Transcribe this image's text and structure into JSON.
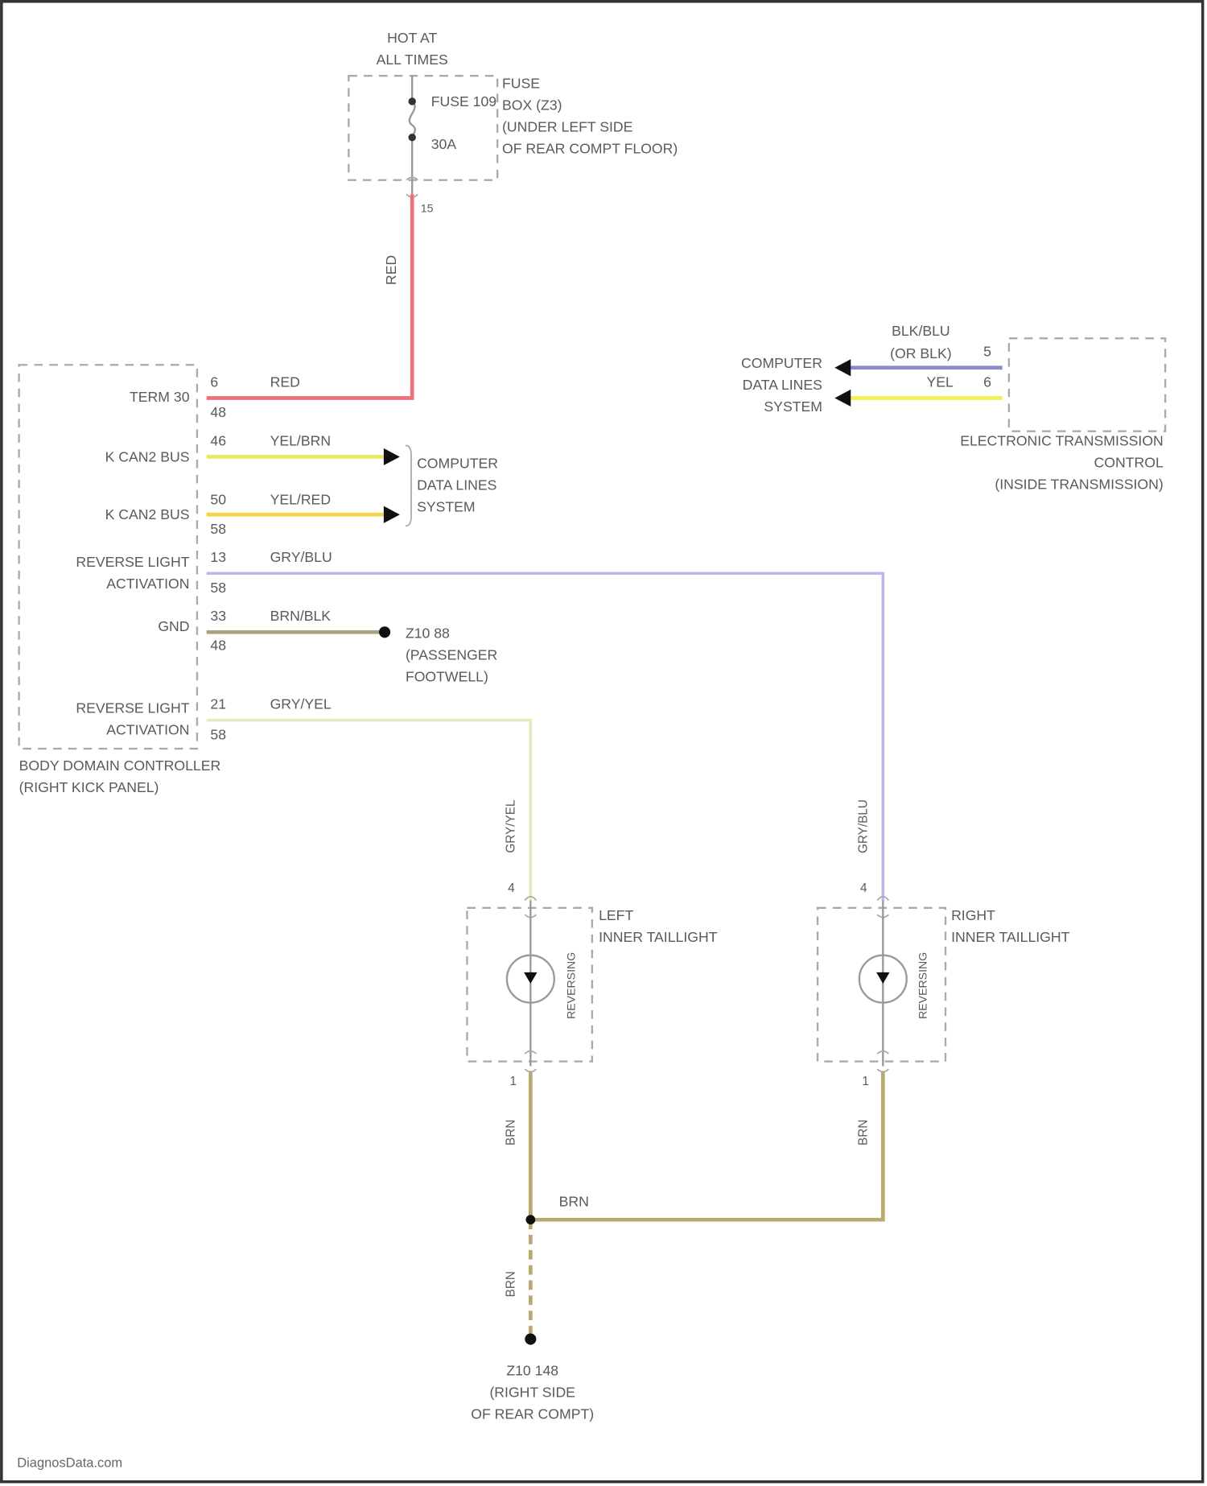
{
  "power": {
    "line1": "HOT AT",
    "line2": "ALL TIMES"
  },
  "fuse": {
    "name": "FUSE 109",
    "rating": "30A",
    "pin": "15",
    "box_label": [
      "FUSE",
      "BOX (Z3)",
      "(UNDER LEFT SIDE",
      "OF REAR COMPT FLOOR)"
    ]
  },
  "body_controller": {
    "label": [
      "BODY DOMAIN CONTROLLER",
      "(RIGHT KICK PANEL)"
    ],
    "rows": [
      {
        "label": [
          "TERM 30"
        ],
        "pin": "6",
        "connector": "48",
        "wire": "RED",
        "color": "#f0707a"
      },
      {
        "label": [
          "K CAN2 BUS"
        ],
        "pin": "46",
        "connector": "48",
        "wire": "YEL/BRN",
        "color": "#e6ec62"
      },
      {
        "label": [
          "K CAN2 BUS"
        ],
        "pin": "50",
        "connector": "58",
        "wire": "YEL/RED",
        "color": "#f5d44c"
      },
      {
        "label": [
          "REVERSE LIGHT",
          "ACTIVATION"
        ],
        "pin": "13",
        "connector": "58",
        "wire": "GRY/BLU",
        "color": "#b8b8ee"
      },
      {
        "label": [
          "GND"
        ],
        "pin": "33",
        "connector": "48",
        "wire": "BRN/BLK",
        "color": "#aaa382"
      },
      {
        "label": [
          "REVERSE LIGHT",
          "ACTIVATION"
        ],
        "pin": "21",
        "connector": "58",
        "wire": "GRY/YEL",
        "color": "#e4ebb4"
      }
    ]
  },
  "data_lines": [
    "COMPUTER",
    "DATA LINES",
    "SYSTEM"
  ],
  "ground_z10_88": [
    "Z10 88",
    "(PASSENGER",
    "FOOTWELL)"
  ],
  "tcm": {
    "label": [
      "ELECTRONIC TRANSMISSION",
      "CONTROL",
      "(INSIDE TRANSMISSION)"
    ],
    "data_lines": [
      "COMPUTER",
      "DATA LINES",
      "SYSTEM"
    ],
    "wires": [
      {
        "wire": [
          "BLK/BLU",
          "(OR BLK)"
        ],
        "pin": "5",
        "color": "#8a8acc"
      },
      {
        "wire": [
          "YEL"
        ],
        "pin": "6",
        "color": "#f2f050"
      }
    ]
  },
  "taillights": [
    {
      "label": [
        "LEFT",
        "INNER TAILLIGHT"
      ],
      "in_wire": "GRY/YEL",
      "in_pin": "4",
      "out_pin": "1",
      "out_wire": "BRN",
      "lamp": "REVERSING"
    },
    {
      "label": [
        "RIGHT",
        "INNER TAILLIGHT"
      ],
      "in_wire": "GRY/BLU",
      "in_pin": "4",
      "out_pin": "1",
      "out_wire": "BRN",
      "lamp": "REVERSING"
    }
  ],
  "brn": {
    "label": "BRN",
    "color": "#b9a870"
  },
  "ground_z10_148": [
    "Z10 148",
    "(RIGHT SIDE",
    "OF REAR COMPT)"
  ],
  "watermark": "DiagnosData.com"
}
